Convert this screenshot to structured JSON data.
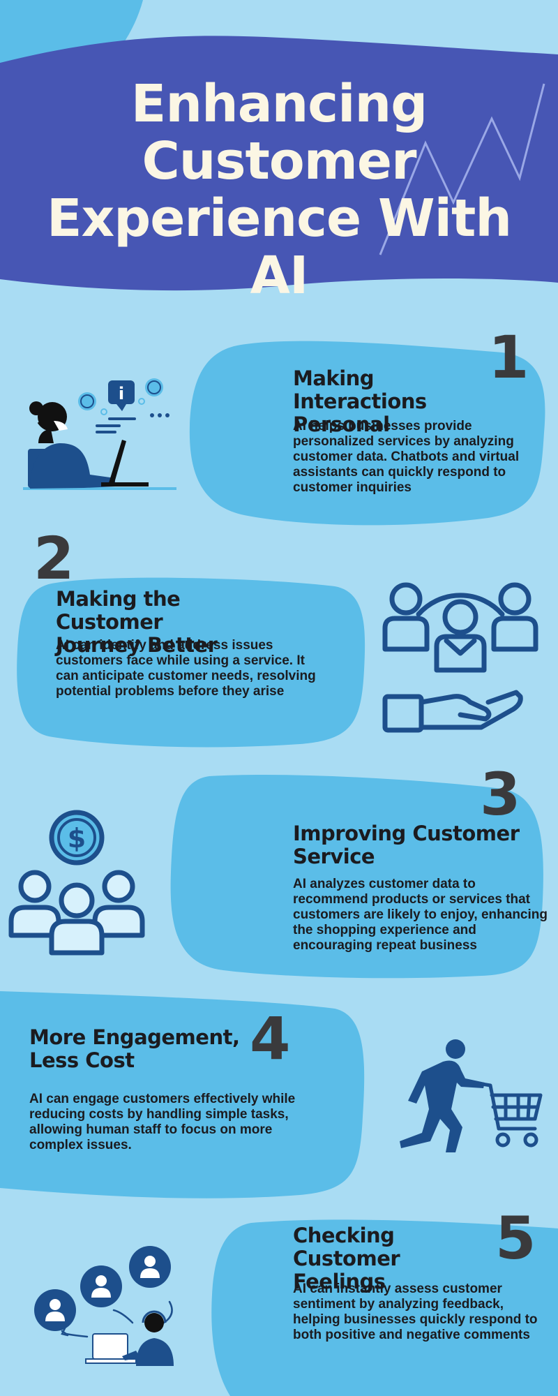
{
  "title": {
    "line1": "Enhancing",
    "line2": "Customer",
    "line3": "Experience With AI"
  },
  "colors": {
    "background": "#a9dcf3",
    "banner": "#4756b4",
    "card": "#5bbde8",
    "icon_navy": "#1d4f8c",
    "title_text": "#fbf6e4",
    "number_text": "#3a3a3c"
  },
  "sections": [
    {
      "number": "1",
      "heading_line1": "Making Interactions",
      "heading_line2": "Personal",
      "body": "AI helps businesses provide personalized services by analyzing customer data. Chatbots and virtual assistants can quickly respond to customer inquiries",
      "icon": "woman-at-laptop-chat-icon"
    },
    {
      "number": "2",
      "heading_line1": "Making the Customer",
      "heading_line2": "Journey Better",
      "body": "AI can identify and address issues customers face while using a service. It can anticipate customer needs, resolving potential problems before they arise",
      "icon": "people-on-hand-icon"
    },
    {
      "number": "3",
      "heading_line1": "Improving Customer",
      "heading_line2": "Service",
      "body": "AI analyzes customer data to recommend products or services that customers are likely to enjoy, enhancing the shopping experience and encouraging repeat business",
      "icon": "customers-dollar-icon"
    },
    {
      "number": "4",
      "heading_line1": "More Engagement,",
      "heading_line2": "Less Cost",
      "body": "AI can engage customers effectively while reducing costs by handling simple tasks, allowing human staff to focus on more complex issues.",
      "icon": "man-pushing-cart-icon"
    },
    {
      "number": "5",
      "heading_line1": "Checking Customer",
      "heading_line2": "Feelings",
      "body": "AI can instantly assess customer sentiment by analyzing feedback, helping businesses quickly respond to both positive and negative comments",
      "icon": "support-agent-feedback-icon"
    }
  ]
}
